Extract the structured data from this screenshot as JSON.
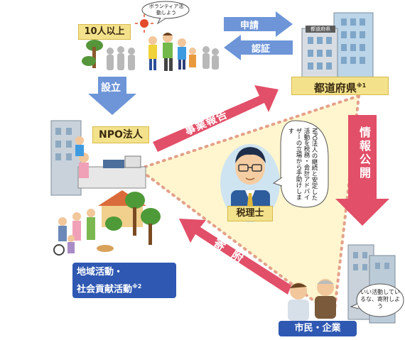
{
  "people_group": {
    "label": "10人以上",
    "speech": "ボランティア活動しよう"
  },
  "arrows": {
    "apply": "申請",
    "approve": "認証",
    "establish": "設立"
  },
  "prefecture": {
    "label": "都道府県",
    "note_mark": "※1",
    "building_sign": "都道府県"
  },
  "npo": {
    "label": "NPO法人"
  },
  "center": {
    "label": "税理士",
    "speech": "NPO法人の継続と安定した活動を税務・会計アドバイザーの立場から手助けします"
  },
  "flows": {
    "report": "事業報告",
    "info": "情報公開",
    "donation": "寄附"
  },
  "community": {
    "line1": "地域活動・",
    "line2": "社会貢献活動",
    "note_mark": "※2"
  },
  "citizens": {
    "label": "市民・企業",
    "speech": "いい活動しているな、寄附しよう"
  }
}
